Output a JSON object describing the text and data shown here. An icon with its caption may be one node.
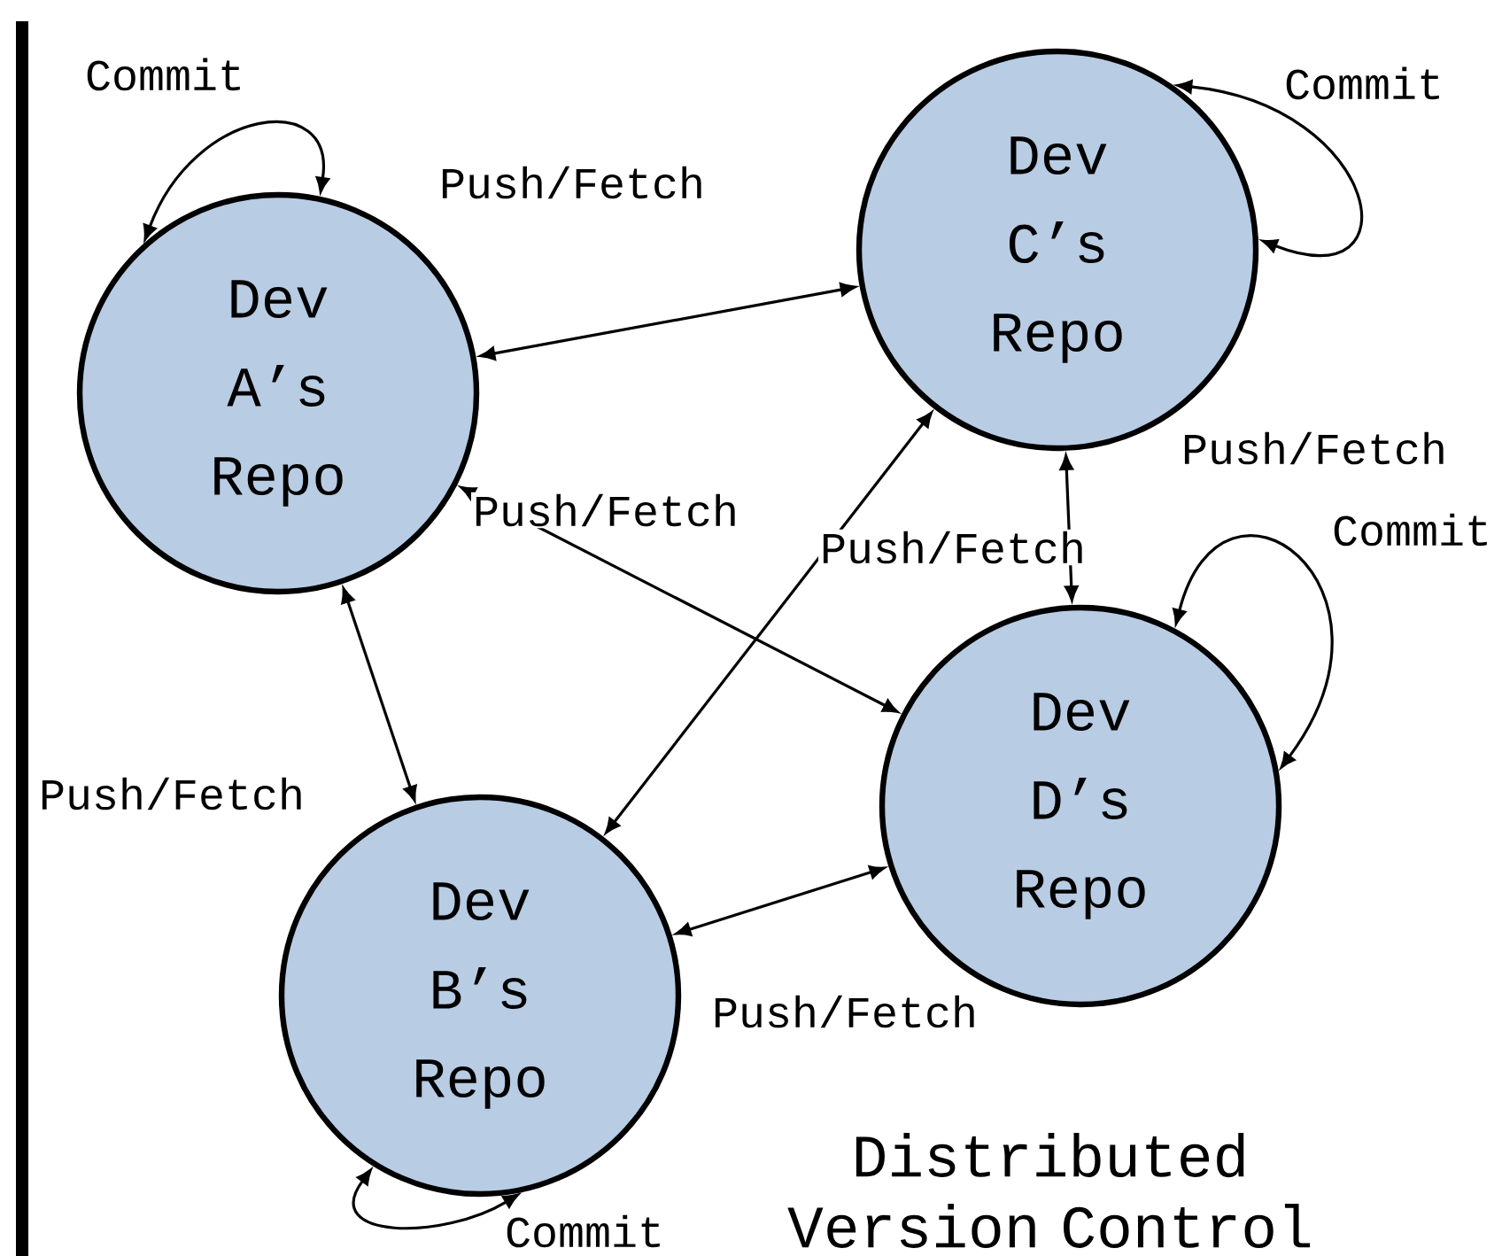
{
  "diagram": {
    "title": "Distributed Version Control",
    "nodes": [
      {
        "text": [
          "Dev A’s Repo"
        ]
      },
      {
        "text": [
          "Dev C’s Repo"
        ]
      },
      {
        "text": [
          "Dev D’s Repo"
        ]
      },
      {
        "text": [
          "Dev B’s Repo"
        ]
      }
    ],
    "edges": [
      {
        "from": 0,
        "to": 0,
        "arrow": "both",
        "label": "Commit"
      },
      {
        "from": 0,
        "to": 1,
        "arrow": "both",
        "label": "Push/Fetch"
      },
      {
        "from": 1,
        "to": 1,
        "arrow": "both",
        "label": "Commit"
      },
      {
        "from": 0,
        "to": 2,
        "arrow": "both",
        "label": "Push/Fetch"
      },
      {
        "from": 3,
        "to": 1,
        "arrow": "both",
        "label": "Push/Fetch"
      },
      {
        "from": 1,
        "to": 2,
        "arrow": "both",
        "label": "Push/Fetch"
      },
      {
        "from": 2,
        "to": 2,
        "arrow": "both",
        "label": "Commit"
      },
      {
        "from": 0,
        "to": 3,
        "arrow": "both",
        "label": "Push/Fetch"
      },
      {
        "from": 3,
        "to": 2,
        "arrow": "both",
        "label": "Push/Fetch"
      },
      {
        "from": 3,
        "to": 3,
        "arrow": "both",
        "label": "Commit"
      }
    ]
  }
}
